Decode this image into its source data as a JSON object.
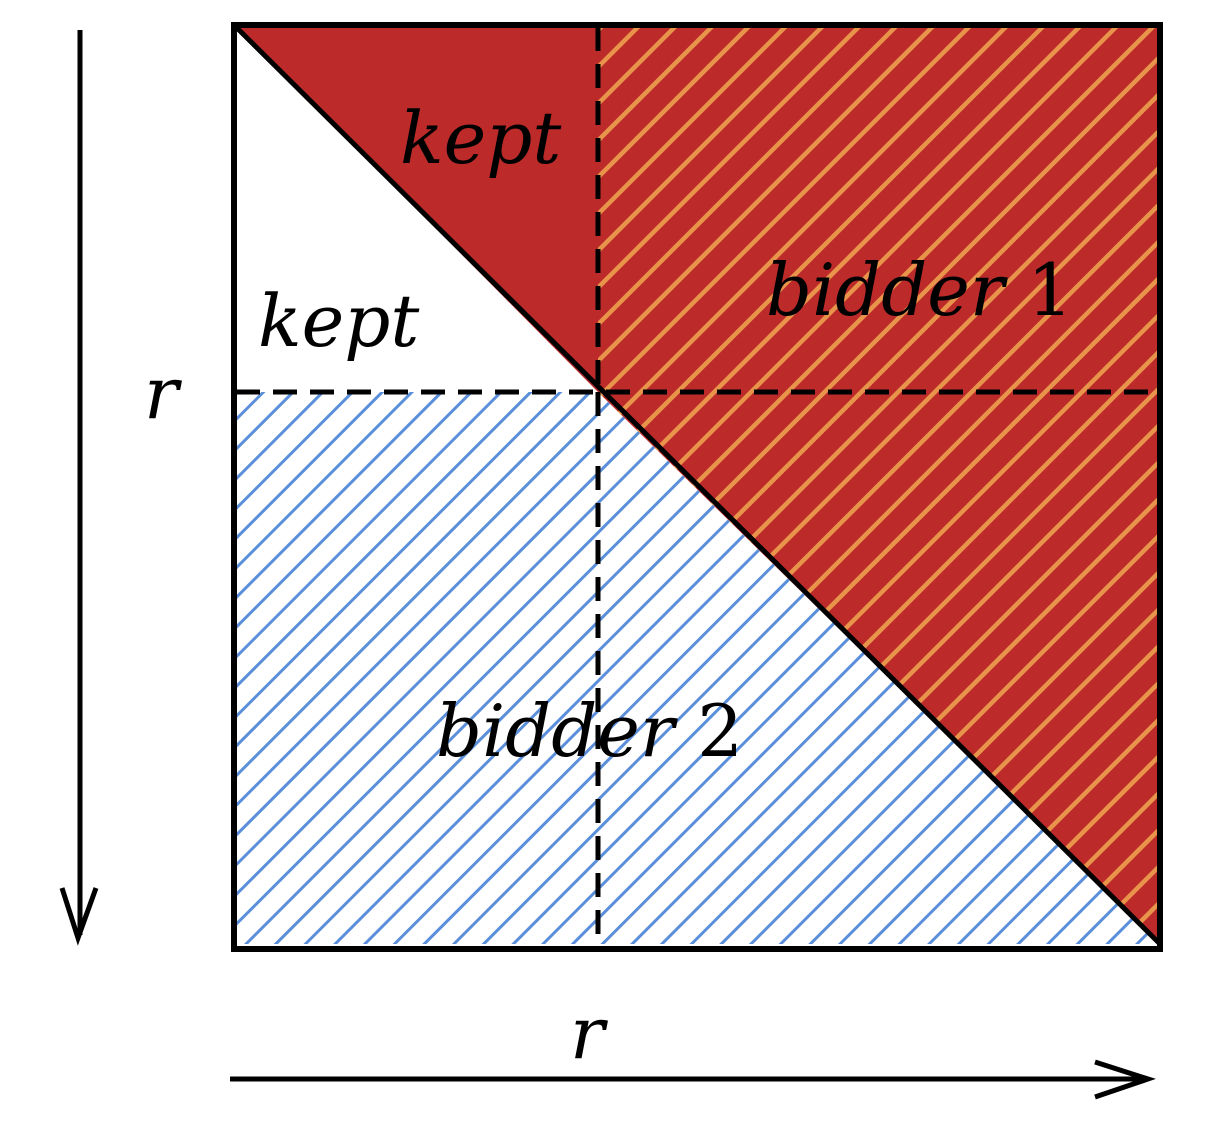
{
  "labels": {
    "kept_red": "kept",
    "kept_white": "kept",
    "bidder1_word": "bidder",
    "bidder1_num": "1",
    "bidder2_word": "bidder",
    "bidder2_num": "2",
    "axis_left": "r",
    "axis_bottom": "r"
  },
  "colors": {
    "red_fill": "#BC2A2A",
    "orange_hatch": "#E8944A",
    "blue_hatch": "#5B8FD9",
    "stroke": "#000000",
    "background": "#FFFFFF"
  }
}
